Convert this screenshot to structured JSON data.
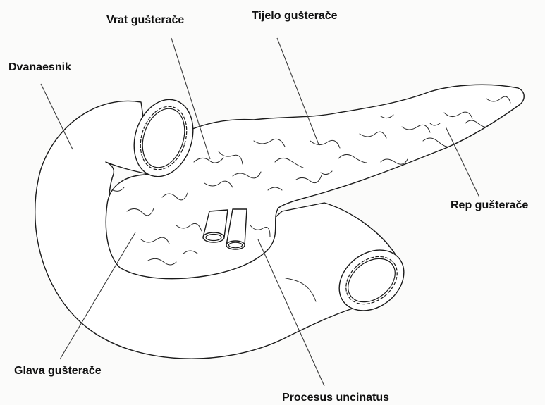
{
  "labels": {
    "vrat": "Vrat gušterače",
    "tijelo": "Tijelo gušterače",
    "dvanaesnik": "Dvanaesnik",
    "rep": "Rep gušterače",
    "glava": "Glava gušterače",
    "procesus": "Procesus uncinatus"
  }
}
